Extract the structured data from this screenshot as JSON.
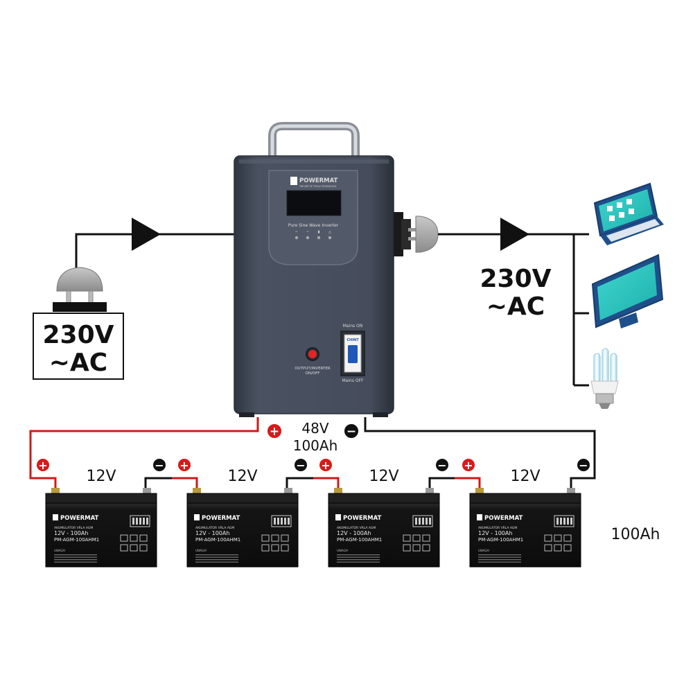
{
  "input_source": {
    "voltage": "230V",
    "type": "~AC"
  },
  "output_load": {
    "voltage": "230V",
    "type": "~AC"
  },
  "inverter": {
    "brand": "POWERMAT",
    "tagline": "THE ART OF TOOLS TECHNOLOGY",
    "model_label": "Pure Sine Wave Inverter",
    "switch_label_line1": "OUTPUT/INVERTER",
    "switch_label_line2": "ON/OFF",
    "breaker_top_label": "Mains ON",
    "breaker_bottom_label": "Mains OFF",
    "breaker_brand": "CHINT",
    "bank_voltage": "48V",
    "bank_capacity": "100Ah"
  },
  "terminals": {
    "positive": "+",
    "negative": "−"
  },
  "battery_bank": {
    "capacity_note": "100Ah",
    "units": [
      {
        "voltage": "12V",
        "brand": "POWERMAT",
        "type": "AKUMULATOR VRLA AGM",
        "rating": "12V - 100Ah",
        "model": "PM-AGM-100AHM1",
        "warning": "UWAGA!"
      },
      {
        "voltage": "12V",
        "brand": "POWERMAT",
        "type": "AKUMULATOR VRLA AGM",
        "rating": "12V - 100Ah",
        "model": "PM-AGM-100AHM1",
        "warning": "UWAGA!"
      },
      {
        "voltage": "12V",
        "brand": "POWERMAT",
        "type": "AKUMULATOR VRLA AGM",
        "rating": "12V - 100Ah",
        "model": "PM-AGM-100AHM1",
        "warning": "UWAGA!"
      },
      {
        "voltage": "12V",
        "brand": "POWERMAT",
        "type": "AKUMULATOR VRLA AGM",
        "rating": "12V - 100Ah",
        "model": "PM-AGM-100AHM1",
        "warning": "UWAGA!"
      }
    ]
  },
  "loads": [
    {
      "name": "laptop-icon"
    },
    {
      "name": "monitor-icon"
    },
    {
      "name": "cfl-bulb-icon"
    }
  ],
  "colors": {
    "wire": "#111111",
    "positive_wire": "#d01818",
    "terminal_red": "#d61a1a",
    "terminal_black": "#111111",
    "inverter_body": "#3f4654",
    "battery_body": "#151515",
    "screen_teal": "#2cc7c0",
    "device_blue": "#1f4f8a"
  }
}
